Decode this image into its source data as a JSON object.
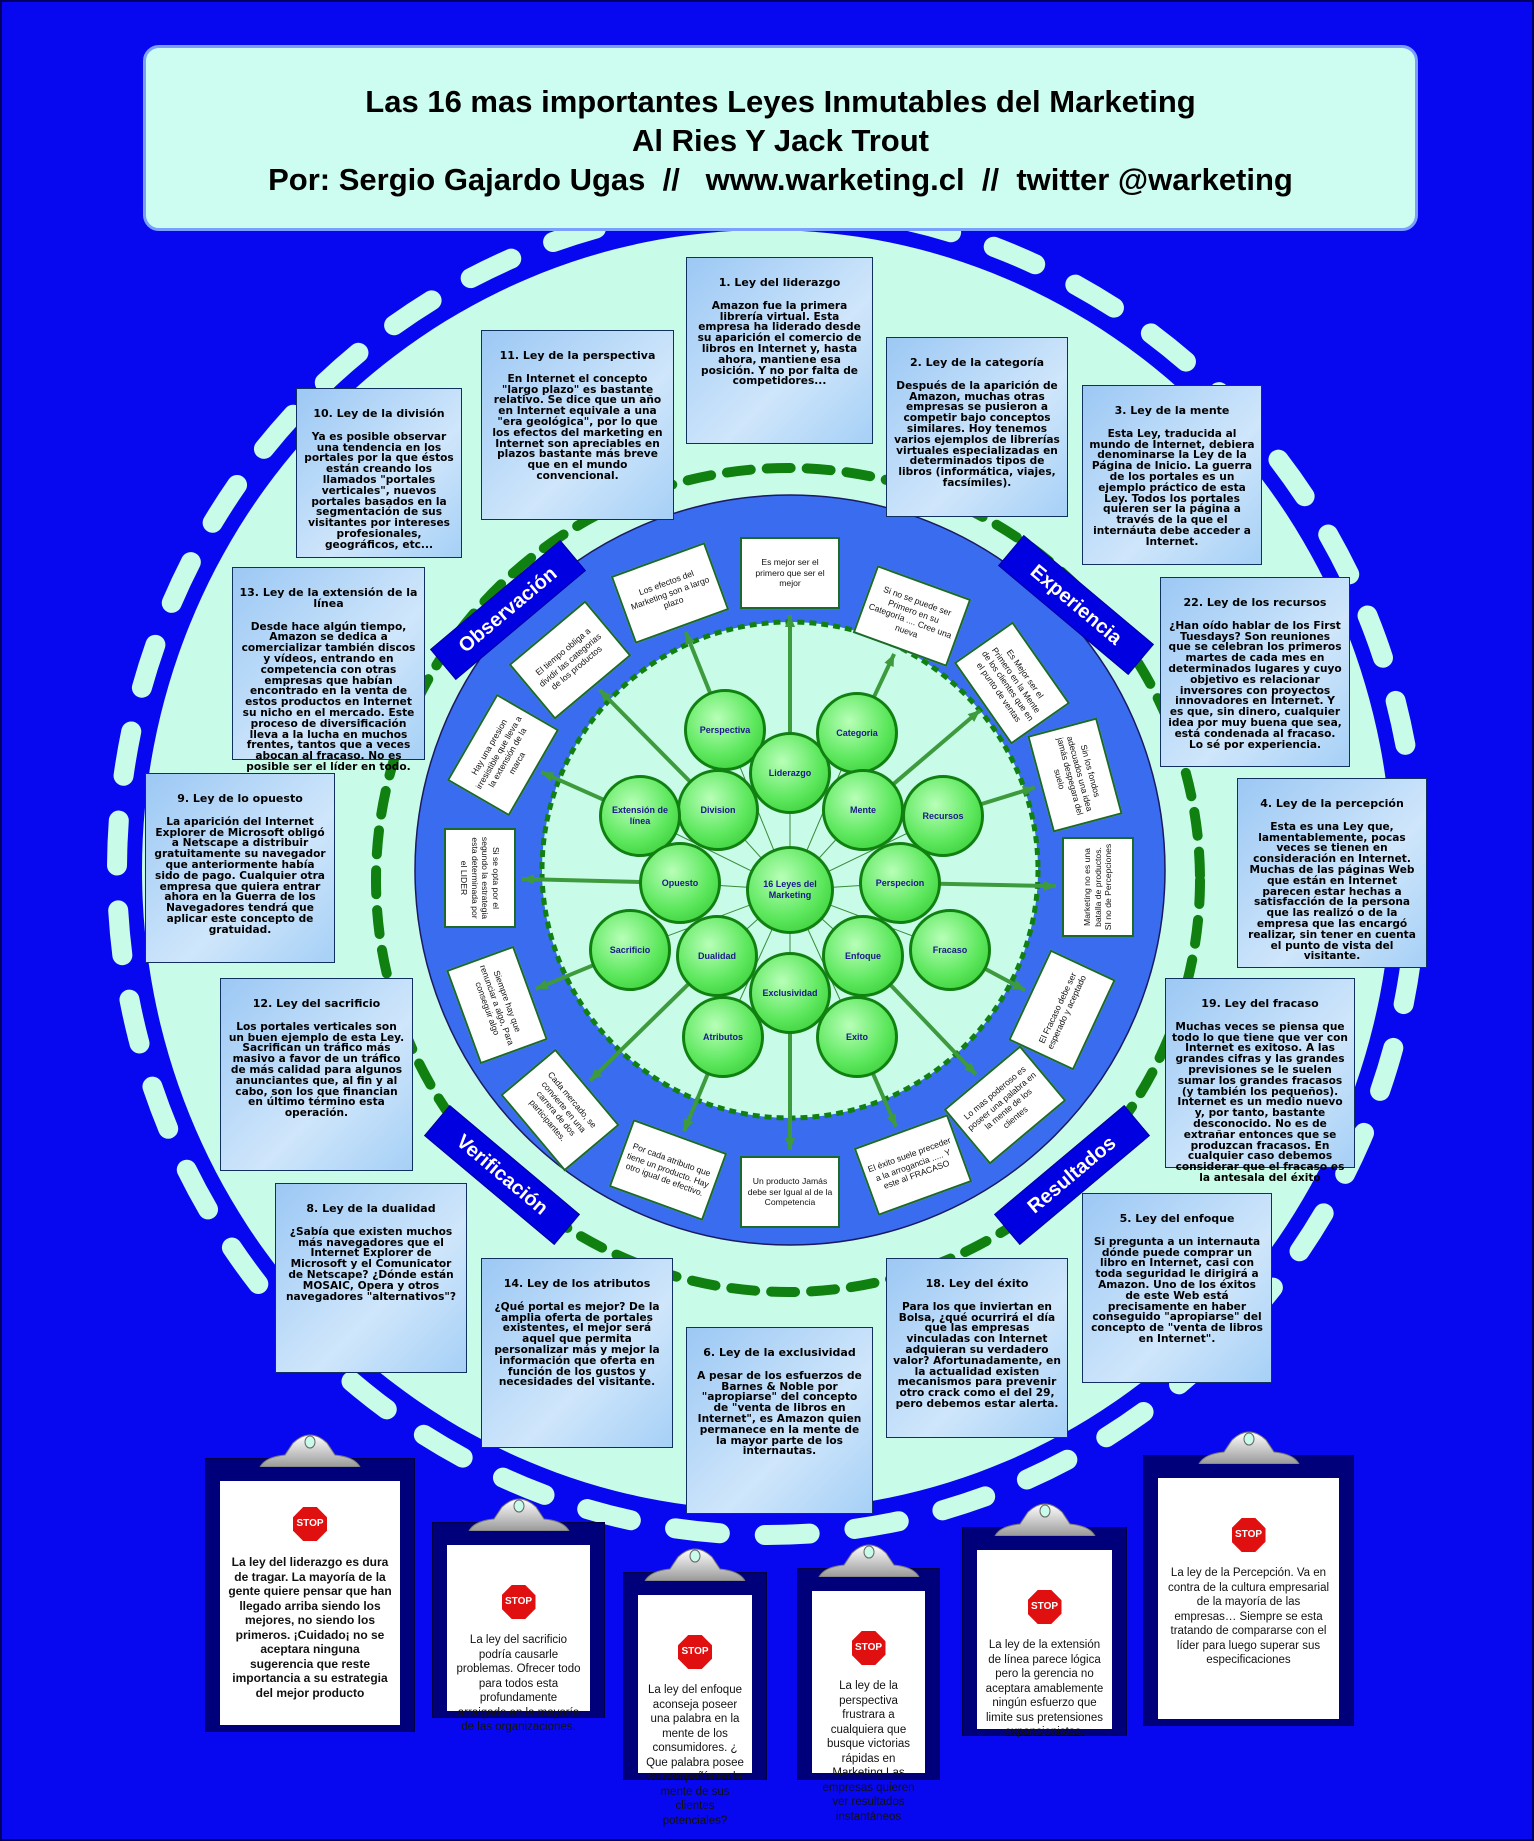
{
  "header": {
    "line1": "Las 16 mas importantes Leyes Inmutables del Marketing",
    "line2": "Al Ries Y Jack Trout",
    "line3": "Por: Sergio Gajardo Ugas  //   www.warketing.cl  //  twitter @warketing"
  },
  "banners": [
    "Observación",
    "Experiencia",
    "Verificación",
    "Resultados"
  ],
  "center_label": "16 Leyes del Marketing",
  "balls": [
    "Perspectiva",
    "Liderazgo",
    "Categoria",
    "Division",
    "Extensión de línea",
    "Mente",
    "Recursos",
    "Opuesto",
    "Perspecion",
    "Sacrificio",
    "Dualidad",
    "Enfoque",
    "Fracaso",
    "Exclusividad",
    "Atributos",
    "Exito"
  ],
  "ring_boxes": [
    "Es mejor ser el primero que ser el mejor",
    "Si no se puede ser Primero en su Categoría .... Cree una nueva",
    "Es Mejor ser el Primero en la Mente de los clientes que en el punto de ventas",
    "Sin los fondos adecuados una idea jamás despegara del suelo",
    "Marketing no es una batalla de productos. SI no de Percepciones",
    "El Fracaso debe ser esperado y aceptado",
    "Lo mas poderoso es poseer una palabra en la mente de los clientes",
    "El éxito suele preceder a la arrogancia ..... Y este al FRACASO",
    "Un producto Jamás debe ser Igual al de la Competencia",
    "Por cada atributo que tiene un producto. Hay otro igual de efectivo.",
    "Cada mercado, se convierte en una carrera de dos participantes.",
    "Siempre hay que renunciar a algo, Para conseguir algo",
    "Si se opta por el segundo la estrategia esta determinada por el LIDER",
    "Hay una presion irresistible que lleva a la extensión de la marca",
    "El tiempo obliga a dividir las categorias de los productos",
    "Los efectos del Marketing son a largo plazo"
  ],
  "laws": [
    {
      "title": "1. Ley del liderazgo",
      "text": "Amazon fue la primera librería virtual. Esta empresa ha liderado desde su aparición el comercio de libros en Internet y, hasta ahora, mantiene esa posición. Y no por falta de competidores..."
    },
    {
      "title": "11. Ley de la perspectiva",
      "text": "En Internet el concepto \"largo plazo\" es bastante relativo. Se dice que un año en Internet equivale a una \"era geológica\", por lo que los efectos del marketing en Internet son apreciables en plazos bastante más breve que en el mundo convencional."
    },
    {
      "title": "10. Ley de la división",
      "text": "Ya es posible observar una tendencia en los portales por la que éstos están creando los llamados \"portales verticales\", nuevos portales basados en la segmentación de sus visitantes por intereses profesionales, geográficos, etc..."
    },
    {
      "title": "2. Ley de la categoría",
      "text": "Después de la aparición de Amazon, muchas otras empresas se pusieron a competir bajo conceptos similares. Hoy tenemos varios ejemplos de librerías virtuales especializadas en determinados tipos de libros (informática, viajes, facsímiles)."
    },
    {
      "title": "3. Ley de la mente",
      "text": "Esta Ley, traducida al mundo de Internet, debiera denominarse la Ley de la Página de Inicio. La guerra de los portales es un ejemplo práctico de esta Ley. Todos los portales quieren ser la página a través de la que el internáuta debe acceder a Internet."
    },
    {
      "title": "13. Ley de la extensión de la línea",
      "text": "Desde hace algún tiempo, Amazon se dedica a comercializar también discos y vídeos, entrando en competencia con otras empresas que habían encontrado en la venta de estos productos en Internet su nicho en el mercado. Este proceso de diversificación lleva a la lucha en muchos frentes, tantos que a veces abocan al fracaso. No es posible ser el líder en todo."
    },
    {
      "title": "22. Ley de los recursos",
      "text": "¿Han oído hablar de los First Tuesdays? Son reuniones que se celebran los primeros martes de cada mes en determinados lugares y cuyo objetivo es relacionar inversores con proyectos innovadores en Internet. Y es que, sin dinero, cualquier idea por muy buena que sea, está condenada al fracaso. Lo sé por experiencia."
    },
    {
      "title": "9. Ley de lo opuesto",
      "text": "La aparición del Internet Explorer de Microsoft obligó a Netscape a distribuir gratuitamente su navegador que anteriormente había sido de pago. Cualquier otra empresa que quiera entrar ahora en la Guerra de los Navegadores tendrá que aplicar este concepto de gratuidad."
    },
    {
      "title": "4. Ley de la percepción",
      "text": "Esta es una Ley que, lamentablemente, pocas veces se tienen en consideración en Internet. Muchas de las páginas Web que están en Internet parecen estar hechas a satisfacción de la persona que las realizó o de la empresa que las encargó realizar, sin tener en cuenta el punto de vista del visitante."
    },
    {
      "title": "12. Ley del sacrificio",
      "text": "Los portales verticales son un buen ejemplo de esta Ley. Sacrifican un tráfico más masivo a favor de un tráfico de más calidad para algunos anunciantes que, al fin y al cabo, son los que financian en último término esta operación."
    },
    {
      "title": "19. Ley del fracaso",
      "text": "Muchas veces se piensa que todo lo que tiene que ver con Internet es exitoso. A las grandes cifras y las grandes previsiones se le suelen sumar los grandes fracasos (y también los pequeños). Internet es un medio nuevo y, por tanto, bastante desconocido. No es de extrañar entonces que se produzcan fracasos. En cualquier caso debemos considerar que el fracaso es la antesala del éxito"
    },
    {
      "title": "8. Ley de la dualidad",
      "text": "¿Sabía que existen muchos más navegadores que el Internet Explorer de Microsoft y el Comunicator de Netscape? ¿Dónde están MOSAIC, Opera y otros navegadores \"alternativos\"?"
    },
    {
      "title": "5. Ley del enfoque",
      "text": "Si pregunta a un internauta dónde puede comprar un libro en Internet, casi con toda seguridad le dirigirá a Amazon. Uno de los éxitos de este Web está precisamente en haber conseguido \"apropiarse\" del concepto de \"venta de libros en Internet\"."
    },
    {
      "title": "14. Ley de los atributos",
      "text": "¿Qué portal es mejor? De la amplia oferta de portales existentes, el mejor será aquel que permita personalizar más y mejor la información que oferta en función de los gustos y necesidades del visitante."
    },
    {
      "title": "18. Ley del éxito",
      "text": "Para los que inviertan en Bolsa, ¿qué ocurrirá el día que las empresas vinculadas con Internet adquieran su verdadero valor? Afortunadamente, en la actualidad existen mecanismos para prevenir otro crack como el del 29, pero debemos estar alerta."
    },
    {
      "title": "6. Ley de la exclusividad",
      "text": "A pesar de los esfuerzos de Barnes & Noble por \"apropiarse\" del concepto de \"venta de libros en Internet\", es Amazon quien permanece en la mente de la mayor parte de los internautas."
    }
  ],
  "stop_label": "STOP",
  "clipboards": [
    "La ley del liderazgo es dura de tragar. La mayoría de la gente quiere pensar que han llegado arriba siendo los mejores, no siendo los primeros. ¡Cuidado¡ no se aceptara ninguna sugerencia que reste importancia a su estrategia del mejor producto",
    "La ley del sacrificio podría causarle problemas. Ofrecer todo para todos esta profundamente arraigado en la mayoría de las organizaciones.",
    "La ley del enfoque aconseja poseer una palabra en la mente de los consumidores. ¿ Que palabra posee su compañía en la mente de sus clientes potenciales?",
    "La ley de la perspectiva frustrara a cualquiera que busque victorias rápidas en Marketing Las empresas quieren ver resultados instantáneos",
    "La ley de la extensión de línea parece lógica pero la gerencia no aceptara amablemente ningún esfuerzo que limite sus pretensiones expansionistas.",
    "La ley de la Percepción. Va en contra de la cultura empresarial de la mayoría de las empresas… Siempre se esta tratando de compararse con el líder para luego superar sus especificaciones"
  ],
  "colors": {
    "background": "#0808f0",
    "mint": "#c8fce8",
    "ring": "#3a6cf0",
    "green": "#108010"
  }
}
